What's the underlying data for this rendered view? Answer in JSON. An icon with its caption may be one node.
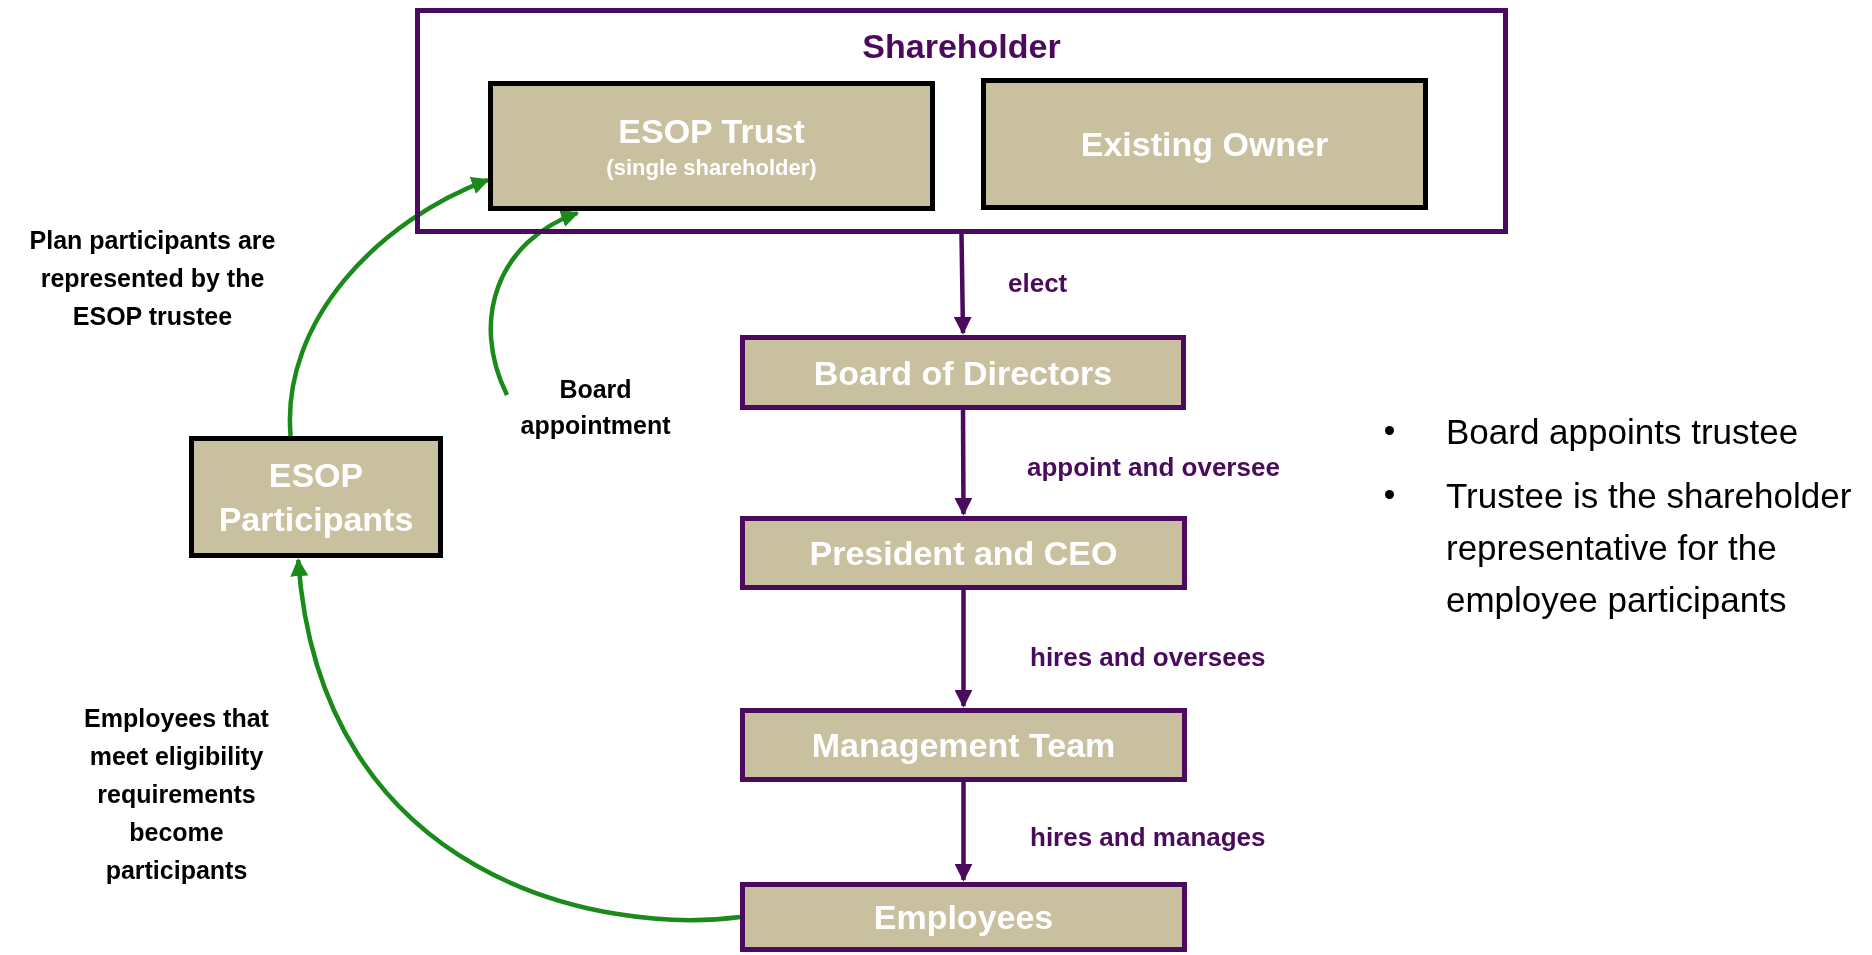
{
  "diagram": {
    "nodes": [
      {
        "text": [
          "Shareholder"
        ]
      },
      {
        "text": [
          "ESOP Trust",
          "(single shareholder)"
        ],
        "in": 0
      },
      {
        "text": [
          "Existing Owner"
        ],
        "in": 0
      },
      {
        "text": [
          "Board of Directors"
        ]
      },
      {
        "text": [
          "President and CEO"
        ]
      },
      {
        "text": [
          "Management Team"
        ]
      },
      {
        "text": [
          "Employees"
        ]
      },
      {
        "text": [
          "ESOP Participants"
        ]
      },
      {
        "text": [
          "Board appointment"
        ]
      }
    ],
    "edges": [
      {
        "from": 0,
        "to": 3,
        "arrow": "to",
        "label": "elect"
      },
      {
        "from": 3,
        "to": 4,
        "arrow": "to",
        "label": "appoint and oversee"
      },
      {
        "from": 4,
        "to": 5,
        "arrow": "to",
        "label": "hires and oversees"
      },
      {
        "from": 5,
        "to": 6,
        "arrow": "to",
        "label": "hires and manages"
      },
      {
        "from": 7,
        "to": 1,
        "arrow": "to",
        "color": "#1a8a1a"
      },
      {
        "from": 8,
        "to": 1,
        "arrow": "to",
        "color": "#1a8a1a"
      },
      {
        "from": 6,
        "to": 7,
        "arrow": "to",
        "color": "#1a8a1a"
      }
    ],
    "labels": [
      "Plan participants are represented by the ESOP trustee",
      "Board appoints trustee",
      "Trustee is the shareholder representative for the employee participants",
      "Employees that meet eligibility requirements become participants"
    ]
  }
}
